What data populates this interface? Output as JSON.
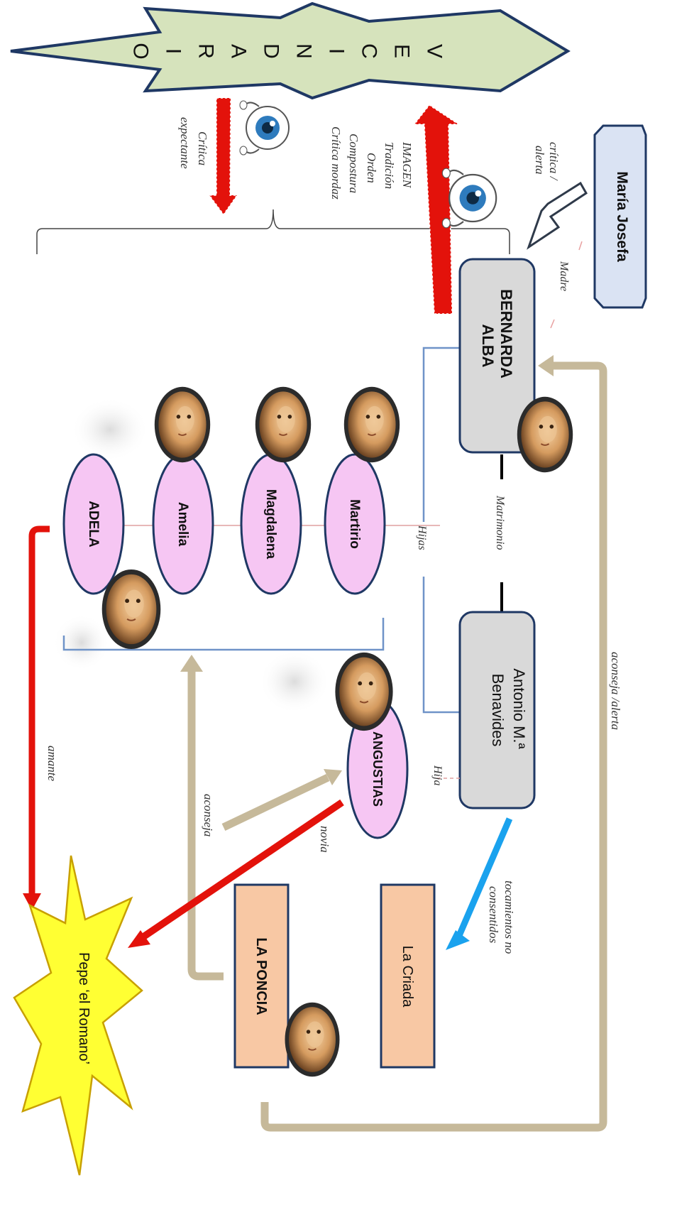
{
  "vecindario": {
    "letters": [
      "V",
      "E",
      "C",
      "I",
      "N",
      "D",
      "A",
      "R",
      "I",
      "O"
    ]
  },
  "nodes": {
    "maria_josefa": "María Josefa",
    "bernarda": [
      "BERNARDA",
      "ALBA"
    ],
    "antonio": [
      "Antonio M.ª",
      "Benavides"
    ],
    "martirio": "Martirio",
    "magdalena": "Magdalena",
    "amelia": "Amelia",
    "adela": "ADELA",
    "angustias": "ANGUSTIAS",
    "la_criada": "La Criada",
    "la_poncia": "LA PONCIA",
    "pepe": "Pepe  ‘el Romano’"
  },
  "labels": {
    "critica_alerta": [
      "crítica /",
      "alerta"
    ],
    "madre": "Madre",
    "imagen_list": [
      "IMAGEN",
      "Tradición",
      "Orden",
      "Compostura",
      "Crítica mordaz"
    ],
    "critica_expectante": [
      "Crítica",
      "expectante"
    ],
    "matrimonio": "Matrimonio",
    "hijas": "Hijas",
    "hija": "Hija",
    "aconseja_alerta": "aconseja /alerta",
    "tocamientos": [
      "tocamientos no",
      "consentidos"
    ],
    "aconseja": "aconseja",
    "novia": "novia",
    "amante": "amante"
  },
  "colors": {
    "vecindario_fill": "#d6e3bc",
    "maria_fill": "#dae3f3",
    "gray_fill": "#d9d9d9",
    "sister_fill": "#f6c6f3",
    "orange_fill": "#f8c8a4",
    "pepe_fill": "#ffff33",
    "red_arrow": "#e3120b",
    "tan_arrow": "#c6b99a",
    "blue_arrow": "#1aa2ee",
    "blue_line": "#6f93c8"
  },
  "icons": [
    "eye-mascot-icon",
    "portrait-icon"
  ]
}
